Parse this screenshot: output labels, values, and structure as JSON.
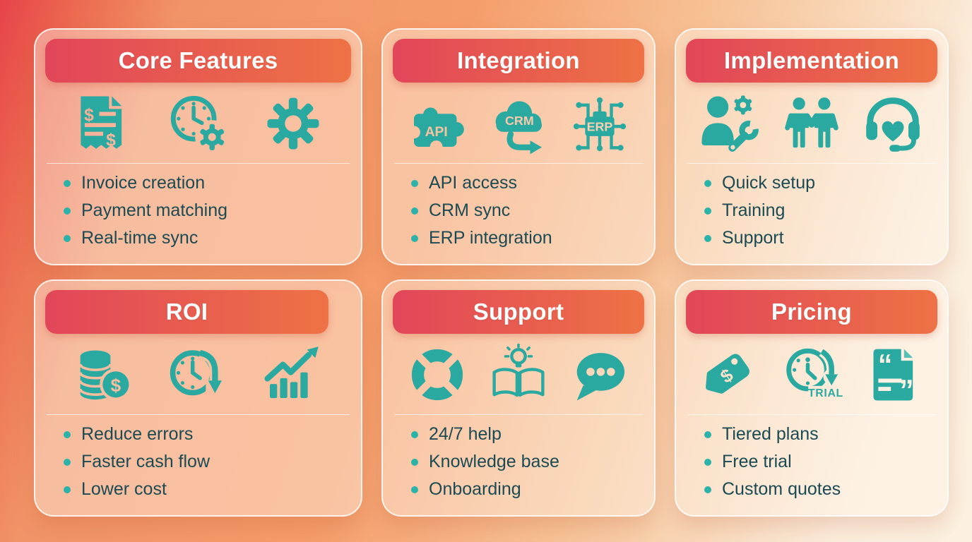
{
  "theme": {
    "teal": "#2aa9a0",
    "teal_light": "#58c0b7",
    "bullet_dot": "#2cb3a9",
    "text_dark": "#1c4a53",
    "title_color": "#ffffff",
    "banner_gradient": [
      "#e14659",
      "#ee7245"
    ],
    "background_gradient": [
      "#e7434a",
      "#ec6b50",
      "#f19468",
      "#f59e6b",
      "#f7c79d",
      "#fbeedd"
    ]
  },
  "cards": [
    {
      "title": "Core Features",
      "icons": [
        {
          "name": "receipt-dollar-icon",
          "glyph1": "$",
          "glyph2": "$"
        },
        {
          "name": "clock-gear-icon"
        },
        {
          "name": "gear-icon"
        }
      ],
      "bullets": [
        "Invoice creation",
        "Payment matching",
        "Real-time sync"
      ]
    },
    {
      "title": "Integration",
      "icons": [
        {
          "name": "api-puzzle-icon",
          "label": "API"
        },
        {
          "name": "crm-cloud-icon",
          "label": "CRM"
        },
        {
          "name": "erp-chip-icon",
          "label": "ERP"
        }
      ],
      "bullets": [
        "API access",
        "CRM sync",
        "ERP integration"
      ]
    },
    {
      "title": "Implementation",
      "icons": [
        {
          "name": "user-gear-wrench-icon"
        },
        {
          "name": "handshake-people-icon"
        },
        {
          "name": "headset-heart-icon"
        }
      ],
      "bullets": [
        "Quick setup",
        "Training",
        "Support"
      ]
    },
    {
      "title": "ROI",
      "icons": [
        {
          "name": "coins-dollar-icon",
          "glyph1": "$"
        },
        {
          "name": "clock-down-arrow-icon"
        },
        {
          "name": "growth-chart-icon"
        }
      ],
      "bullets": [
        "Reduce errors",
        "Faster cash flow",
        "Lower cost"
      ]
    },
    {
      "title": "Support",
      "icons": [
        {
          "name": "lifebuoy-icon"
        },
        {
          "name": "book-lightbulb-icon"
        },
        {
          "name": "chat-dots-icon"
        }
      ],
      "bullets": [
        "24/7 help",
        "Knowledge base",
        "Onboarding"
      ]
    },
    {
      "title": "Pricing",
      "icons": [
        {
          "name": "price-tag-icon",
          "glyph1": "$"
        },
        {
          "name": "trial-clock-icon",
          "label": "TRIAL"
        },
        {
          "name": "quote-document-icon",
          "glyph1": "“",
          "glyph2": "”"
        }
      ],
      "bullets": [
        "Tiered plans",
        "Free trial",
        "Custom quotes"
      ]
    }
  ]
}
